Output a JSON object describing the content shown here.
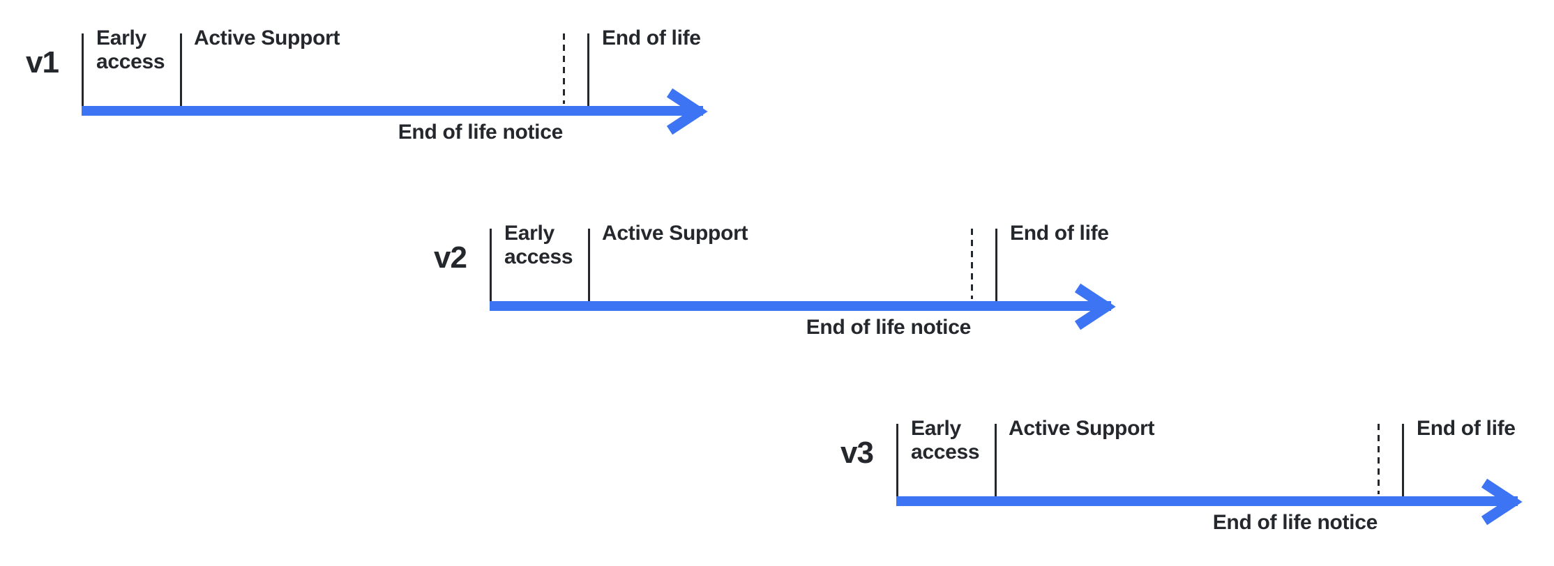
{
  "colors": {
    "accent": "#3D74F3",
    "ink": "#24272C",
    "background": "#FFFFFF"
  },
  "rows": [
    {
      "version": "v1",
      "early_access_label": "Early access",
      "active_support_label": "Active Support",
      "end_of_life_label": "End of life",
      "end_of_life_notice_label": "End of life notice"
    },
    {
      "version": "v2",
      "early_access_label": "Early access",
      "active_support_label": "Active Support",
      "end_of_life_label": "End of life",
      "end_of_life_notice_label": "End of life notice"
    },
    {
      "version": "v3",
      "early_access_label": "Early access",
      "active_support_label": "Active Support",
      "end_of_life_label": "End of life",
      "end_of_life_notice_label": "End of life notice"
    }
  ]
}
